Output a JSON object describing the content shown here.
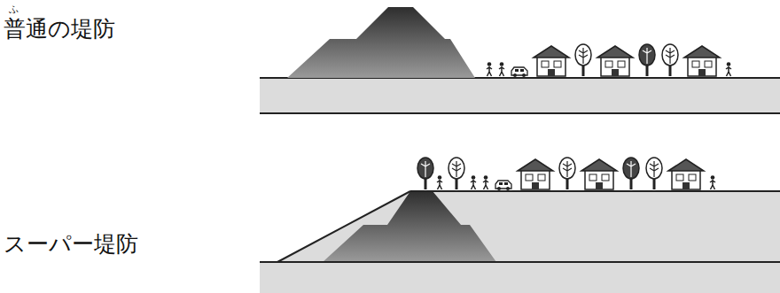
{
  "diagram": {
    "labels": [
      "ふ",
      "普通の堤防",
      "スーパー堤防"
    ]
  }
}
